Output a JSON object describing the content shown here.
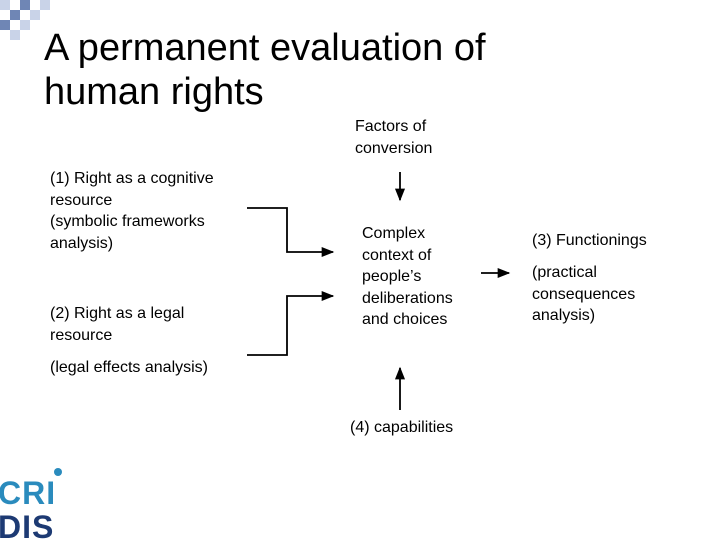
{
  "slide": {
    "title": "A permanent evaluation of\nhuman rights",
    "factors_label": "Factors of\nconversion",
    "left_item1": "(1) Right as a cognitive\n     resource\n(symbolic frameworks\n     analysis)",
    "left_item2": "(2) Right as a legal\nresource",
    "left_item3": "(legal effects analysis)",
    "center_text": "Complex\ncontext of\npeople’s\ndeliberations\nand choices",
    "right_title": "(3) Functionings",
    "right_text": "(practical\nconsequences\nanalysis)",
    "capabilities_label": "(4) capabilities",
    "logo": {
      "line1": "CRI",
      "line2": "DIS",
      "colors": {
        "blue": "#2a8bbd",
        "navy": "#1d3a73"
      }
    },
    "colors": {
      "deco_square_blue": "#6f86b5",
      "deco_square_light": "#c9d3e8",
      "text": "#000000"
    }
  }
}
